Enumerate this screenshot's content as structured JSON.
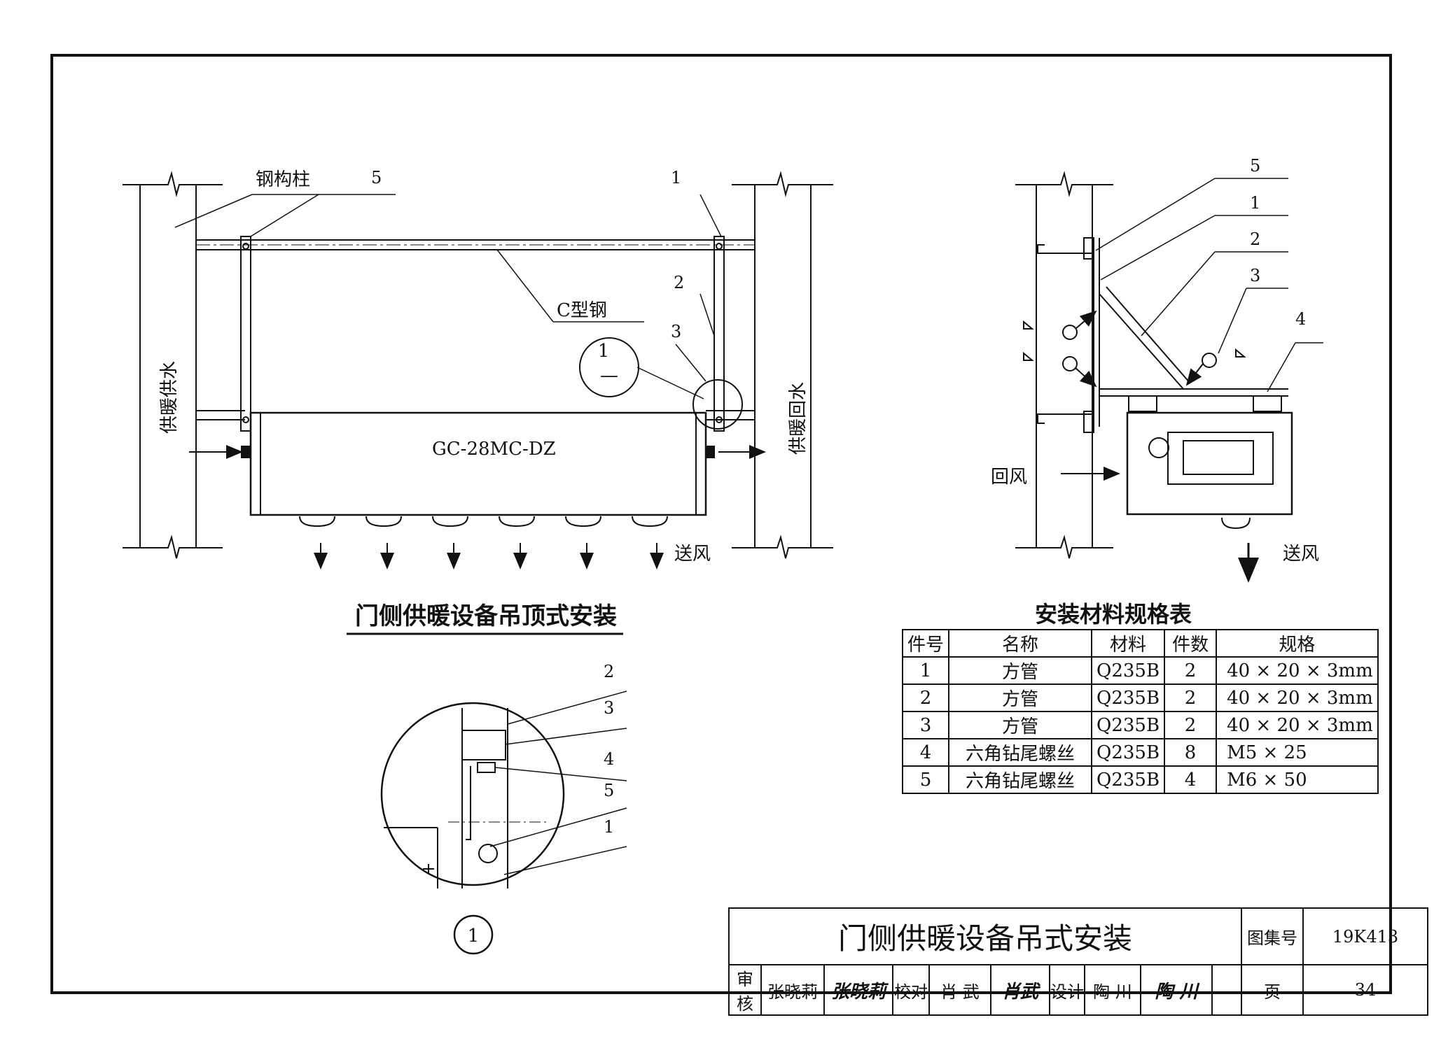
{
  "drawing": {
    "front_view": {
      "title": "门侧供暖设备吊顶式安装",
      "label_column": "钢构柱",
      "label_cbeam": "C型钢",
      "label_unit": "GC-28MC-DZ",
      "label_supply": "供暖供水",
      "label_return": "供暖回水",
      "label_air_out": "送风",
      "callouts": [
        "5",
        "1",
        "2",
        "3"
      ],
      "detail_ref_top": "1",
      "detail_ref_bottom": "—"
    },
    "side_view": {
      "callouts": [
        "5",
        "1",
        "2",
        "3",
        "4"
      ],
      "label_return_air": "回风",
      "label_air_out": "送风"
    },
    "detail_view": {
      "callouts": [
        "2",
        "3",
        "4",
        "5",
        "1"
      ],
      "detail_number": "1"
    }
  },
  "materials_table": {
    "title": "安装材料规格表",
    "headers": [
      "件号",
      "名称",
      "材料",
      "件数",
      "规格"
    ],
    "rows": [
      [
        "1",
        "方管",
        "Q235B",
        "2",
        "40 × 20 × 3mm"
      ],
      [
        "2",
        "方管",
        "Q235B",
        "2",
        "40 × 20 × 3mm"
      ],
      [
        "3",
        "方管",
        "Q235B",
        "2",
        "40 × 20 × 3mm"
      ],
      [
        "4",
        "六角钻尾螺丝",
        "Q235B",
        "8",
        "M5 × 25"
      ],
      [
        "5",
        "六角钻尾螺丝",
        "Q235B",
        "4",
        "M6 × 50"
      ]
    ]
  },
  "title_block": {
    "title": "门侧供暖设备吊式安装",
    "atlas_label": "图集号",
    "atlas_value": "19K413",
    "review_label": "审核",
    "reviewer": "张晓莉",
    "reviewer_sig": "张晓莉",
    "check_label": "校对",
    "checker": "肖 武",
    "checker_sig": "肖武",
    "design_label": "设计",
    "designer": "陶 川",
    "designer_sig": "陶 川",
    "page_label": "页",
    "page_value": "34"
  }
}
